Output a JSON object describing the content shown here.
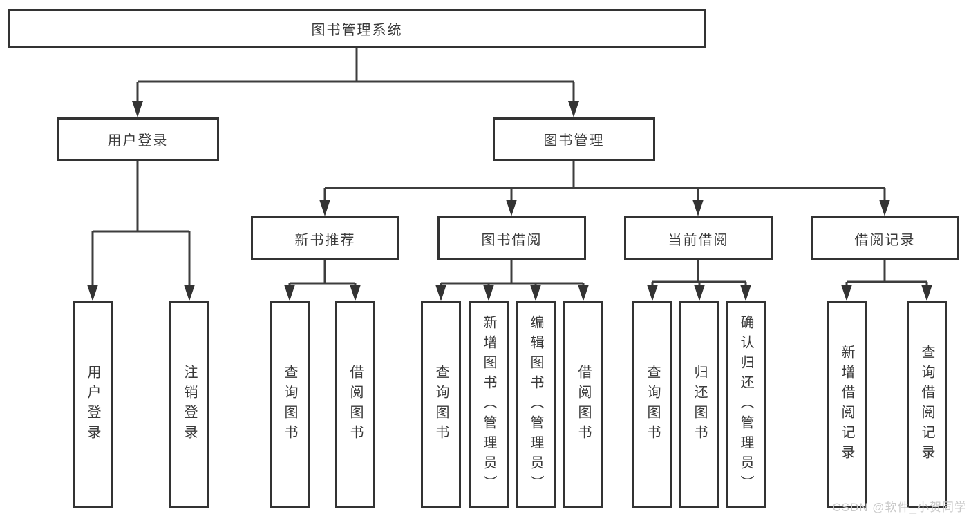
{
  "diagram": {
    "type": "hierarchy-flowchart",
    "watermark": "CSDN @软件_小贺同学",
    "colors": {
      "line": "#3d3d3d",
      "box_border": "#333333",
      "text": "#3a3a3a",
      "background": "#ffffff",
      "watermark_text": "#c9c9c9"
    },
    "tree": {
      "root": {
        "label": "图书管理系统",
        "children": [
          {
            "label": "用户登录",
            "children": [
              {
                "label": "用户登录"
              },
              {
                "label": "注销登录"
              }
            ]
          },
          {
            "label": "图书管理",
            "children": [
              {
                "label": "新书推荐",
                "children": [
                  {
                    "label": "查询图书"
                  },
                  {
                    "label": "借阅图书"
                  }
                ]
              },
              {
                "label": "图书借阅",
                "children": [
                  {
                    "label": "查询图书"
                  },
                  {
                    "label": "新增图书（管理员）"
                  },
                  {
                    "label": "编辑图书（管理员）"
                  },
                  {
                    "label": "借阅图书"
                  }
                ]
              },
              {
                "label": "当前借阅",
                "children": [
                  {
                    "label": "查询图书"
                  },
                  {
                    "label": "归还图书"
                  },
                  {
                    "label": "确认归还（管理员）"
                  }
                ]
              },
              {
                "label": "借阅记录",
                "children": [
                  {
                    "label": "新增借阅记录"
                  },
                  {
                    "label": "查询借阅记录"
                  }
                ]
              }
            ]
          }
        ]
      }
    }
  }
}
